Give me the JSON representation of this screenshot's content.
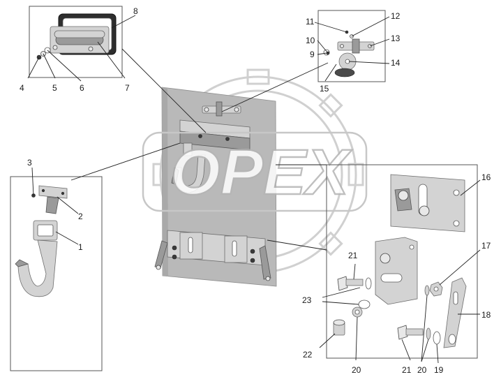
{
  "watermark": {
    "text": "OPEX"
  },
  "callouts": {
    "n1": "1",
    "n2": "2",
    "n3": "3",
    "n4": "4",
    "n5": "5",
    "n6": "6",
    "n7": "7",
    "n8": "8",
    "n9": "9",
    "n10": "10",
    "n11": "11",
    "n12": "12",
    "n13": "13",
    "n14": "14",
    "n15": "15",
    "n16": "16",
    "n17": "17",
    "n18": "18",
    "n19": "19",
    "n20a": "20",
    "n20b": "20",
    "n20c": "20",
    "n21a": "21",
    "n21b": "21",
    "n22": "22",
    "n23": "23"
  }
}
